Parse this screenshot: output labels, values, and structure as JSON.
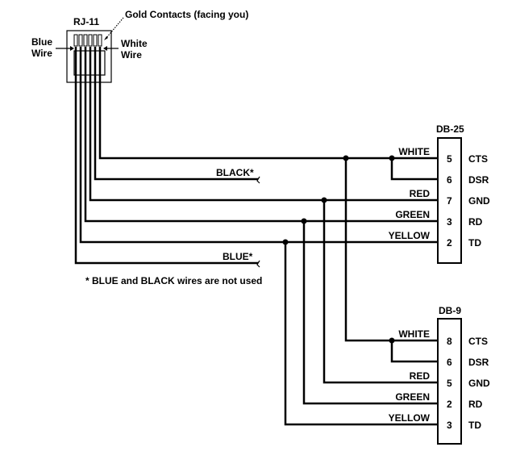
{
  "rj11": {
    "title": "RJ-11",
    "contacts_label": "Gold Contacts (facing you)",
    "left_label": [
      "Blue",
      "Wire"
    ],
    "right_label": [
      "White",
      "Wire"
    ]
  },
  "db25": {
    "title": "DB-25",
    "pins": [
      {
        "wire": "WHITE",
        "pin": "5",
        "signal": "CTS"
      },
      {
        "wire": "",
        "pin": "6",
        "signal": "DSR"
      },
      {
        "wire": "RED",
        "pin": "7",
        "signal": "GND"
      },
      {
        "wire": "GREEN",
        "pin": "3",
        "signal": "RD"
      },
      {
        "wire": "YELLOW",
        "pin": "2",
        "signal": "TD"
      }
    ]
  },
  "db9": {
    "title": "DB-9",
    "pins": [
      {
        "wire": "WHITE",
        "pin": "8",
        "signal": "CTS"
      },
      {
        "wire": "",
        "pin": "6",
        "signal": "DSR"
      },
      {
        "wire": "RED",
        "pin": "5",
        "signal": "GND"
      },
      {
        "wire": "GREEN",
        "pin": "2",
        "signal": "RD"
      },
      {
        "wire": "YELLOW",
        "pin": "3",
        "signal": "TD"
      }
    ]
  },
  "unused": {
    "black_label": "BLACK*",
    "blue_label": "BLUE*",
    "footnote": "* BLUE and BLACK wires are not used"
  }
}
